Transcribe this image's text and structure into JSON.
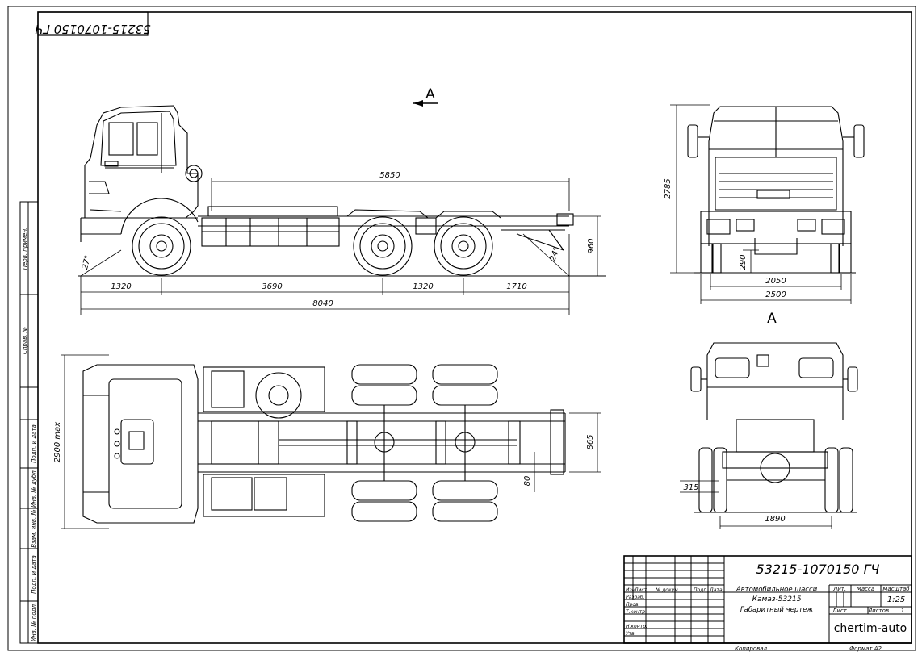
{
  "sheet": {
    "top_stamp": "53215-1070150 ГЧ",
    "view_marker": "A",
    "chassis_side": {
      "dim_frame": "5850",
      "dim_front_overhang": "1320",
      "dim_wheelbase": "3690",
      "dim_bogie": "1320",
      "dim_rear_overhang": "1710",
      "dim_total": "8040",
      "dim_frame_height": "960",
      "angle_front": "27°",
      "angle_rear": "24°"
    },
    "front_view": {
      "dim_height": "2785",
      "dim_clearance": "290",
      "dim_track": "2050",
      "dim_width": "2500"
    },
    "plan_view": {
      "dim_width": "2900 max",
      "dim_frame_width": "865",
      "dim_offset": "80"
    },
    "rear_view": {
      "dim_clearance": "315",
      "dim_track": "1890"
    },
    "margin_labels": [
      "Перв. примен.",
      "Справ. №",
      "Подп. и дата",
      "Инв. № дубл.",
      "Взам. инв. №",
      "Подп. и дата",
      "Инв. № подл."
    ]
  },
  "title_block": {
    "designation": "53215-1070150 ГЧ",
    "name_lines": [
      "Автомобильное шасси",
      "Камаз-53215",
      "Габаритный чертеж"
    ],
    "col_headers": [
      "Изм.",
      "Лист",
      "№ докум.",
      "Подп.",
      "Дата"
    ],
    "row_labels": [
      "Разраб.",
      "Пров.",
      "Т.контр.",
      "Н.контр.",
      "Утв."
    ],
    "lit_label": "Лит.",
    "mass_label": "Масса",
    "scale_label": "Масштаб",
    "scale_value": "1:25",
    "sheet_label": "Лист",
    "sheets_label": "Листов",
    "sheets_value": "1",
    "org": "chertim-auto",
    "copied": "Копировал",
    "format": "Формат А2"
  }
}
